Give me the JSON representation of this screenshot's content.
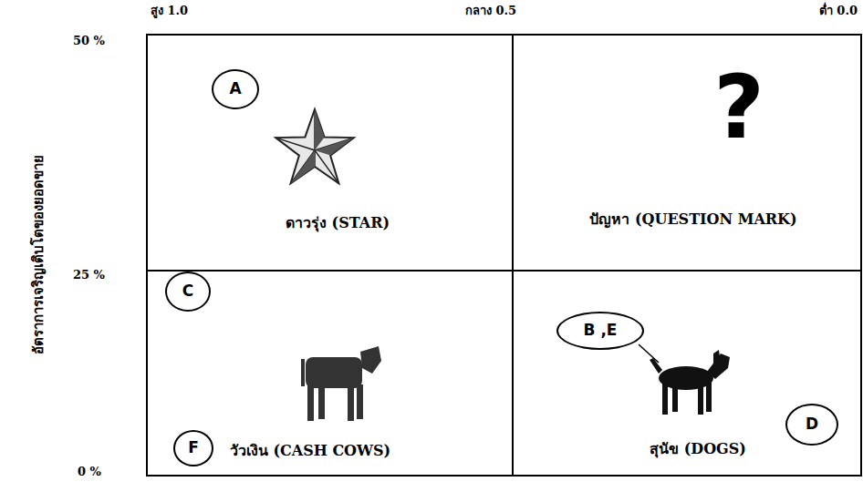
{
  "diagram": {
    "nodes": [
      {
        "text": [
          "ดาวรุ่ง (STAR)"
        ]
      },
      {
        "text": [
          "A"
        ],
        "in": 0
      },
      {
        "text": [
          "?",
          "ปัญหา (QUESTION MARK)"
        ]
      },
      {
        "text": [
          "วัวเงิน (CASH COWS)"
        ]
      },
      {
        "text": [
          "C"
        ],
        "in": 3
      },
      {
        "text": [
          "F"
        ],
        "in": 3
      },
      {
        "text": [
          "สุนัข (DOGS)"
        ]
      },
      {
        "text": [
          "B ,E"
        ],
        "in": 6
      },
      {
        "text": [
          "D"
        ],
        "in": 6
      }
    ],
    "labels": [
      "สูง 1.0",
      "กลาง 0.5",
      "ต่ำ 0.0",
      "50 %",
      "25 %",
      "0 %",
      "อัตราการเจริญเติบโตของยอดขาย"
    ]
  }
}
